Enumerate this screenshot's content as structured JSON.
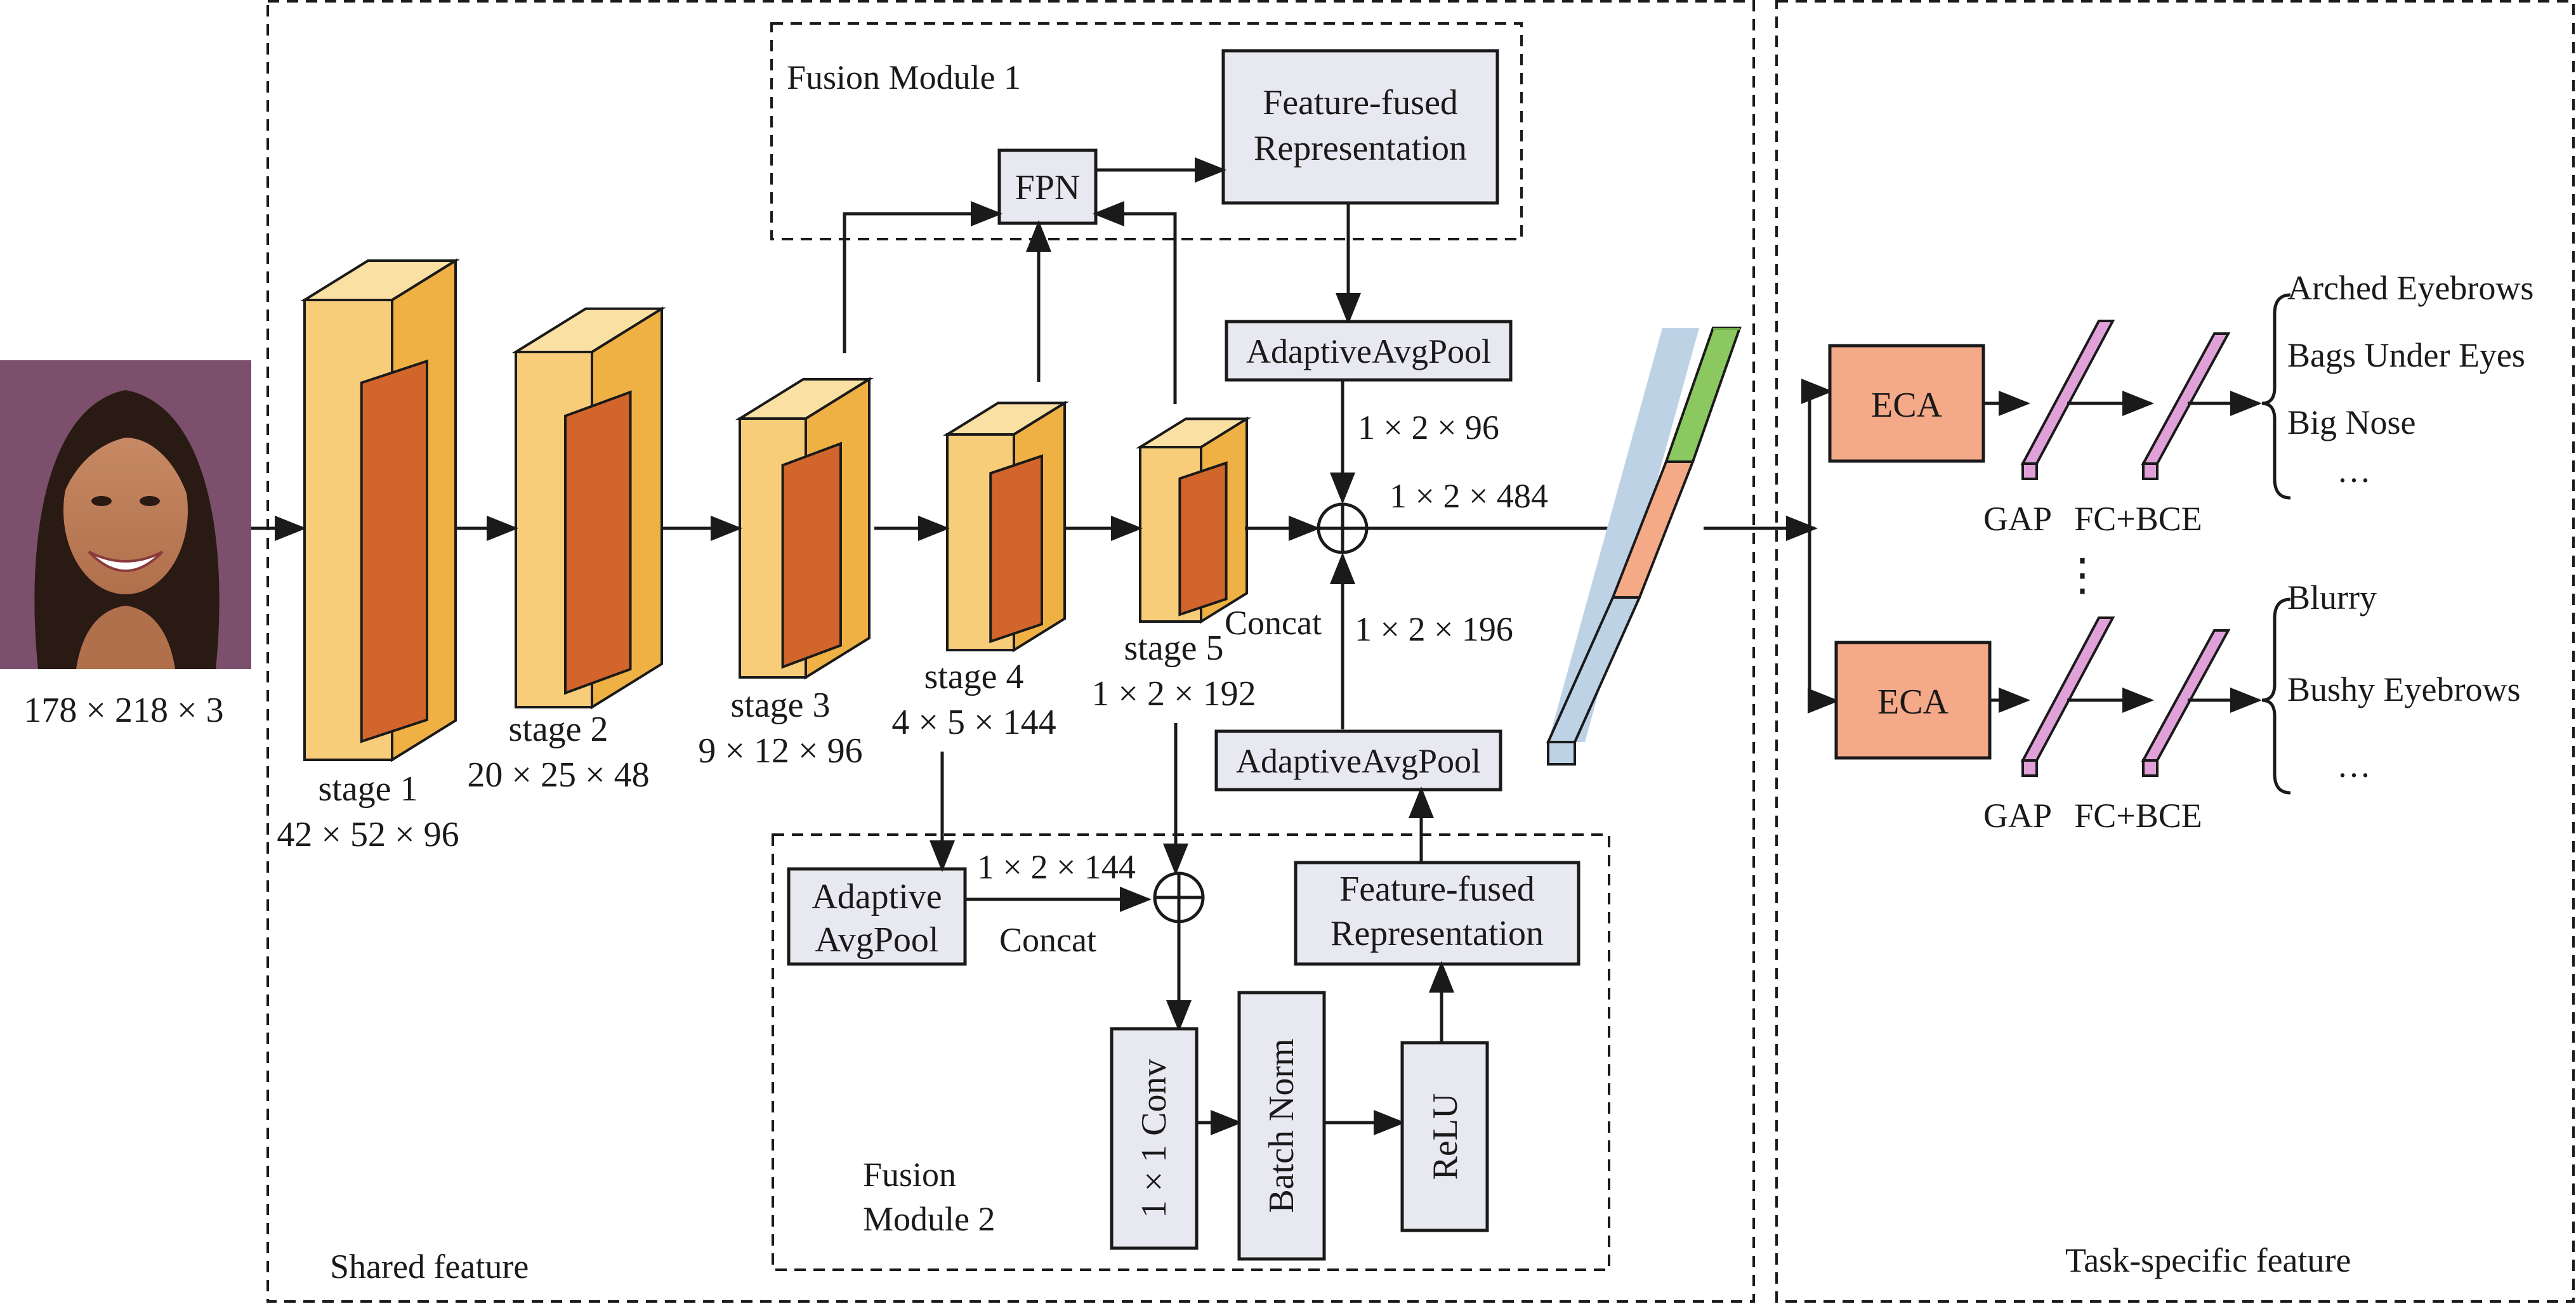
{
  "input": {
    "face_image": "portrait-face-photo",
    "size": "178 × 218 × 3"
  },
  "regions": {
    "shared": "Shared feature",
    "task": "Task-specific feature"
  },
  "stages": [
    {
      "label": "stage 1",
      "dims": "42 × 52 × 96"
    },
    {
      "label": "stage 2",
      "dims": "20 × 25 × 48"
    },
    {
      "label": "stage 3",
      "dims": "9 × 12 × 96"
    },
    {
      "label": "stage 4",
      "dims": "4 × 5 × 144"
    },
    {
      "label": "stage 5",
      "dims": "1 × 2 × 192"
    }
  ],
  "fusion1": {
    "title": "Fusion Module 1",
    "fpn": "FPN",
    "ffr_line1": "Feature-fused",
    "ffr_line2": "Representation",
    "pool": "AdaptiveAvgPool",
    "out_dims": "1 × 2 × 96"
  },
  "concat_main": {
    "label": "Concat",
    "out_dims": "1 × 2 × 484",
    "in_dims_bottom": "1 × 2 × 196"
  },
  "fusion2": {
    "title_line1": "Fusion",
    "title_line2": "Module 2",
    "pool_top": "AdaptiveAvgPool",
    "ada_line1": "Adaptive",
    "ada_line2": "AvgPool",
    "ada_dims": "1 × 2 × 144",
    "concat": "Concat",
    "conv": "1 × 1 Conv",
    "bn": "Batch Norm",
    "relu": "ReLU",
    "ffr_line1": "Feature-fused",
    "ffr_line2": "Representation"
  },
  "heads": [
    {
      "eca": "ECA",
      "gap": "GAP",
      "fc": "FC+BCE",
      "attrs": [
        "Arched Eyebrows",
        "Bags Under Eyes",
        "Big Nose",
        "···"
      ]
    },
    {
      "eca": "ECA",
      "gap": "GAP",
      "fc": "FC+BCE",
      "attrs": [
        "Blurry",
        "Bushy Eyebrows",
        "···"
      ]
    }
  ],
  "vdots": "⋮",
  "colors": {
    "stage_outer": "#f8cd7a",
    "stage_top": "#fbe0a4",
    "stage_side": "#f0b144",
    "stage_inner": "#d2652c",
    "eca": "#f4a988",
    "bar": "#e0a0d8",
    "vec_green": "#8cc860",
    "vec_orange": "#f4a987",
    "vec_blue": "#bed2e6",
    "box": "#e8e8f0"
  }
}
